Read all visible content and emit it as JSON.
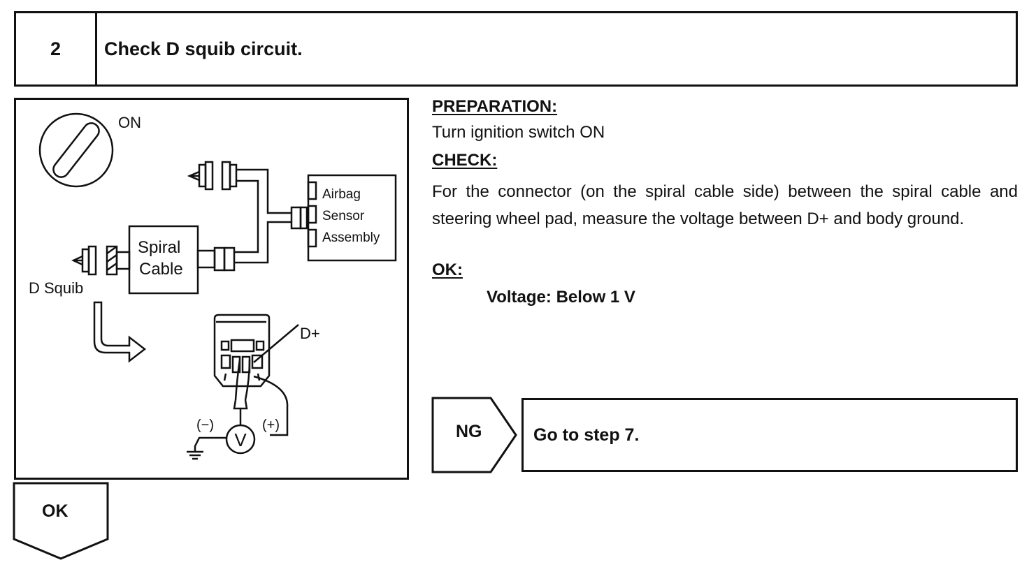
{
  "header": {
    "step_number": "2",
    "title": "Check D squib circuit."
  },
  "diagram": {
    "on_label": "ON",
    "airbag_label": "Airbag",
    "sensor_label": "Sensor",
    "assembly_label": "Assembly",
    "spiral_label": "Spiral",
    "cable_label": "Cable",
    "d_squib_label": "D Squib",
    "d_plus_label": "D+",
    "minus_label": "(−)",
    "plus_label": "(+)",
    "meter_label": "V"
  },
  "instructions": {
    "preparation_heading": "PREPARATION:",
    "preparation_text": "Turn ignition switch ON",
    "check_heading": "CHECK:",
    "check_text": "For the connector (on the spiral cable side) between the spiral cable and steering wheel pad, measure the voltage between D+ and body ground.",
    "ok_heading": "OK:",
    "ok_value": "Voltage: Below 1 V"
  },
  "flow": {
    "ng_label": "NG",
    "ng_result": "Go to step 7.",
    "ok_label": "OK"
  }
}
